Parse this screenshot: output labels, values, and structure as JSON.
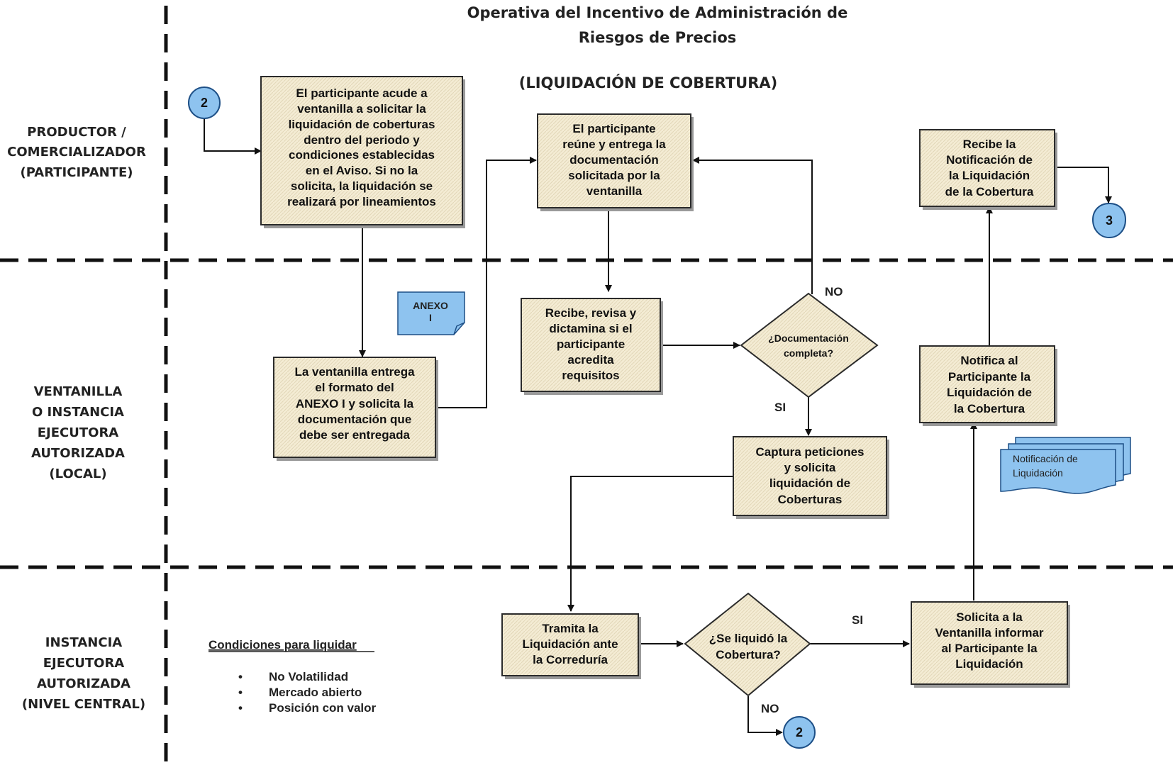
{
  "title": {
    "line1": "Operativa del Incentivo de Administración de",
    "line2": "Riesgos de Precios",
    "subtitle": "(LIQUIDACIÓN DE COBERTURA)"
  },
  "lanes": {
    "productor": [
      "PRODUCTOR /",
      "COMERCIALIZADOR",
      "(PARTICIPANTE)"
    ],
    "ventanilla": [
      "VENTANILLA",
      "O INSTANCIA",
      "EJECUTORA",
      "AUTORIZADA",
      "(LOCAL)"
    ],
    "central": [
      "INSTANCIA",
      "EJECUTORA",
      "AUTORIZADA",
      "(NIVEL CENTRAL)"
    ]
  },
  "connectors": {
    "start": "2",
    "end_right": "3",
    "end_bottom": "2"
  },
  "boxes": {
    "acude": [
      "El participante acude a",
      "ventanilla a solicitar  la",
      "liquidación de coberturas",
      "dentro del periodo y",
      "condiciones establecidas",
      "en el Aviso. Si no la",
      "solicita, la liquidación se",
      "realizará por lineamientos"
    ],
    "reune": [
      "El participante",
      "reúne y entrega la",
      "documentación",
      "solicitada por la",
      "ventanilla"
    ],
    "recibe_notif": [
      "Recibe la",
      "Notificación de",
      "la Liquidación",
      "de la Cobertura"
    ],
    "entrega_formato": [
      "La ventanilla entrega",
      "el formato del",
      "ANEXO I y solicita la",
      "documentación que",
      "debe ser entregada"
    ],
    "revisa": [
      "Recibe, revisa y",
      "dictamina si el",
      "participante",
      "acredita",
      "requisitos"
    ],
    "notifica": [
      "Notifica al",
      "Participante la",
      "Liquidación de",
      "la Cobertura"
    ],
    "captura": [
      "Captura peticiones",
      "y solicita",
      "liquidación de",
      "Coberturas"
    ],
    "tramita": [
      "Tramita la",
      "Liquidación ante",
      "la Correduría"
    ],
    "solicita_vent": [
      "Solicita a la",
      "Ventanilla informar",
      "al Participante la",
      "Liquidación"
    ]
  },
  "decisions": {
    "documentacion": [
      "¿Documentación",
      "completa?"
    ],
    "se_liquido": [
      "¿Se liquidó la",
      "Cobertura?"
    ]
  },
  "labels": {
    "no_doc": "NO",
    "si_doc": "SI",
    "si_liq": "SI",
    "no_liq": "NO"
  },
  "documents": {
    "anexo": [
      "ANEXO",
      "I"
    ],
    "notificacion": [
      "Notificación de",
      "Liquidación"
    ]
  },
  "conditions": {
    "heading": "Condiciones para liquidar",
    "items": [
      "No Volatilidad",
      "Mercado abierto",
      "Posición con valor"
    ]
  },
  "colors": {
    "box_fill": "#f3ead0",
    "connector_fill": "#8ec3ef",
    "document_fill": "#8ec3ef"
  }
}
